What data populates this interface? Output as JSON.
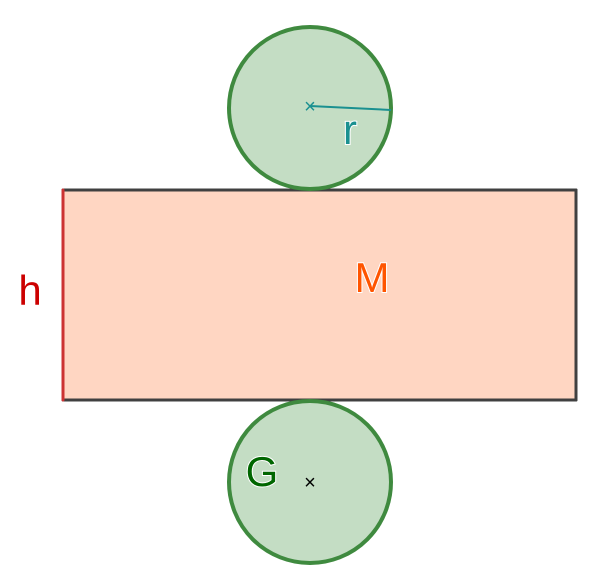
{
  "diagram": {
    "labels": {
      "height": "h",
      "lateral_surface": "M",
      "radius": "r",
      "base": "G"
    },
    "center_marker": "×",
    "colors": {
      "circle_fill": "#c4ddc4",
      "circle_stroke": "#3f8a3f",
      "rect_fill": "#ffd6c2",
      "rect_stroke": "#404040",
      "height_edge": "#cc3333",
      "height_label": "#cc0000",
      "lateral_label": "#ff5500",
      "radius_line": "#1a9090",
      "radius_label": "#1a9090",
      "base_label": "#006600",
      "center_marker_bottom": "#000000"
    }
  }
}
